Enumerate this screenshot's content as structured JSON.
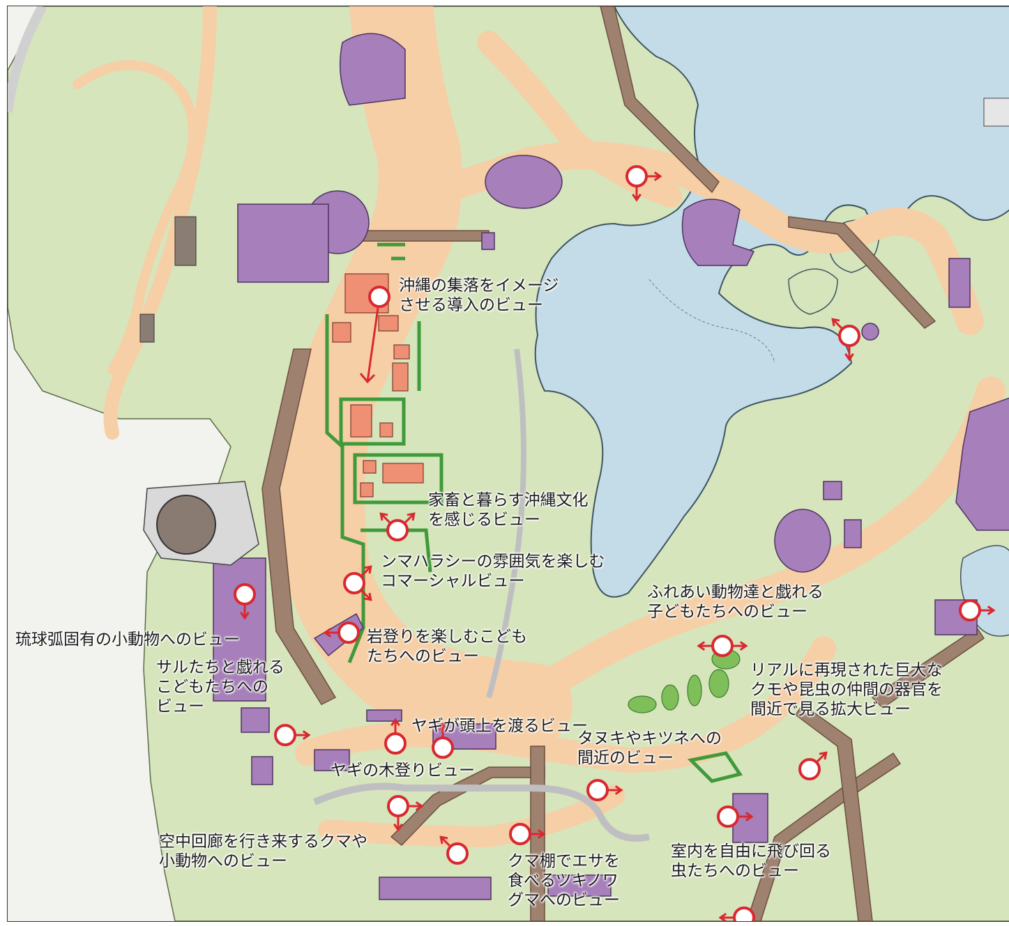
{
  "map": {
    "colors": {
      "grass": "#d6e5bc",
      "path": "#f6cfa6",
      "building": "#a77fba",
      "water": "#c3dce7",
      "house": "#ef8f74",
      "hedge": "#3f9a3a",
      "road": "#d8d8d8",
      "deck": "#9f8170",
      "marker": "#d9282f"
    },
    "viewpoints": [
      {
        "id": "vp-village-entrance",
        "label": "沖縄の集落をイメージ\nさせる導入のビュー",
        "arrows": [
          "down"
        ]
      },
      {
        "id": "vp-livestock-culture",
        "label": "家畜と暮らす沖縄文化\nを感じるビュー",
        "arrows": [
          "up-left",
          "up-right"
        ]
      },
      {
        "id": "vp-nmaharashii",
        "label": "ンマハラシーの雰囲気を楽しむ\nコマーシャルビュー",
        "arrows": [
          "up-right",
          "down-right"
        ]
      },
      {
        "id": "vp-rock-climbing",
        "label": "岩登りを楽しむこども\nたちへのビュー",
        "arrows": [
          "left"
        ]
      },
      {
        "id": "vp-ryukyu-small-animals",
        "label": "琉球弧固有の小動物へのビュー",
        "arrows": [
          "down"
        ]
      },
      {
        "id": "vp-monkeys",
        "label": "サルたちと戯れる\nこどもたちへの\nビュー",
        "arrows": [
          "right"
        ]
      },
      {
        "id": "vp-goat-overhead",
        "label": "ヤギが頭上を渡るビュー",
        "arrows": [
          "up"
        ]
      },
      {
        "id": "vp-goat-tree",
        "label": "ヤギの木登りビュー",
        "arrows": [
          "up"
        ]
      },
      {
        "id": "vp-petting-zoo",
        "label": "ふれあい動物達と戯れる\n子どもたちへのビュー",
        "arrows": [
          "left",
          "right"
        ]
      },
      {
        "id": "vp-giant-insects",
        "label": "リアルに再現された巨大な\nクモや昆虫の仲間の器官を\n間近で見る拡大ビュー",
        "arrows": [
          "up-right"
        ]
      },
      {
        "id": "vp-raccoon-fox",
        "label": "タヌキやキツネへの\n間近のビュー",
        "arrows": [
          "right"
        ]
      },
      {
        "id": "vp-sky-corridor",
        "label": "空中回廊を行き来するクマや\n小動物へのビュー",
        "arrows": [
          "up-left"
        ]
      },
      {
        "id": "vp-moon-bear",
        "label": "クマ棚でエサを\n食べるツキノワ\nグマへのビュー",
        "arrows": [
          "right"
        ]
      },
      {
        "id": "vp-flying-insects",
        "label": "室内を自由に飛び回る\n虫たちへのビュー",
        "arrows": [
          "right"
        ]
      },
      {
        "id": "vp-lake-north",
        "label": "",
        "arrows": [
          "right",
          "down"
        ]
      },
      {
        "id": "vp-lake-east",
        "label": "",
        "arrows": [
          "up-left",
          "down"
        ]
      },
      {
        "id": "vp-right-edge",
        "label": "",
        "arrows": [
          "right"
        ]
      },
      {
        "id": "vp-bear-corridor-2",
        "label": "",
        "arrows": [
          "right",
          "down"
        ]
      },
      {
        "id": "vp-bottom",
        "label": "",
        "arrows": [
          "left"
        ]
      }
    ]
  }
}
